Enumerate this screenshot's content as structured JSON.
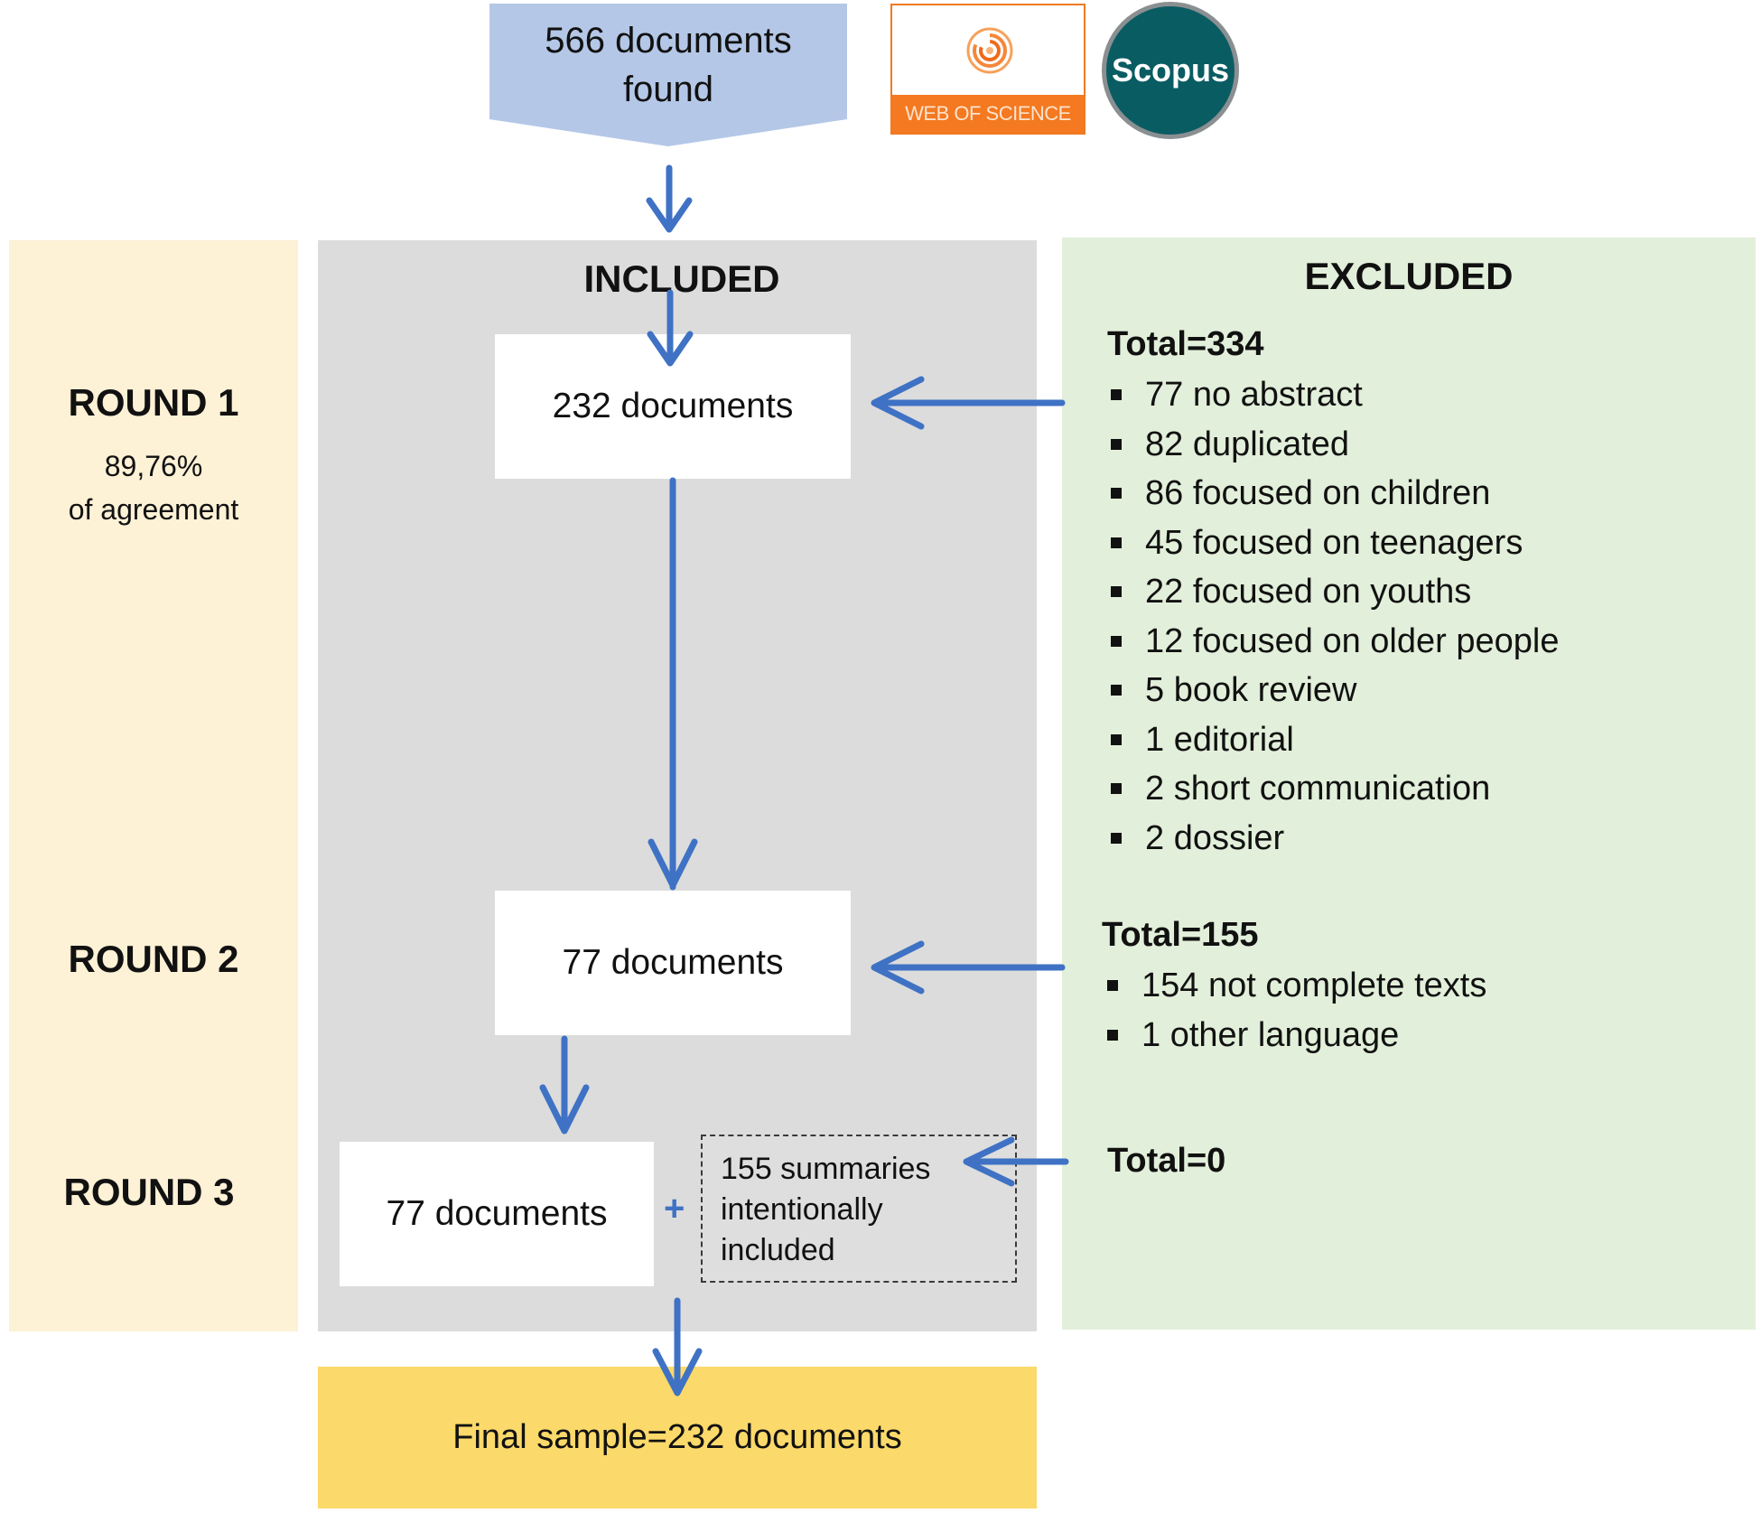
{
  "source": {
    "found_line1": "566 documents",
    "found_line2": "found",
    "wos_label": "WEB OF SCIENCE",
    "scopus_label": "Scopus"
  },
  "columns": {
    "included_title": "INCLUDED",
    "excluded_title": "EXCLUDED"
  },
  "rounds": [
    {
      "label": "ROUND 1",
      "agreement_line1": "89,76%",
      "agreement_line2": "of agreement",
      "included": "232 documents",
      "excluded_total": "Total=334",
      "excluded_items": [
        "77 no abstract",
        "82 duplicated",
        "86 focused on children",
        "45 focused on teenagers",
        "22 focused on youths",
        "12 focused on older people",
        "5 book review",
        "1 editorial",
        "2 short communication",
        "2 dossier"
      ]
    },
    {
      "label": "ROUND 2",
      "included": "77 documents",
      "excluded_total": "Total=155",
      "excluded_items": [
        "154 not complete texts",
        "1 other language"
      ]
    },
    {
      "label": "ROUND 3",
      "included": "77 documents",
      "plus": "+",
      "added_line1": "155 summaries",
      "added_line2": "intentionally",
      "added_line3": "included",
      "excluded_total": "Total=0"
    }
  ],
  "final": "Final sample=232 documents",
  "colors": {
    "arrow": "#3f72c4",
    "source_box": "#b4c7e7",
    "rounds_panel": "#fdf1d6",
    "included_panel": "#dcdcdc",
    "excluded_panel": "#e2efda",
    "final_box": "#fbd96a"
  }
}
